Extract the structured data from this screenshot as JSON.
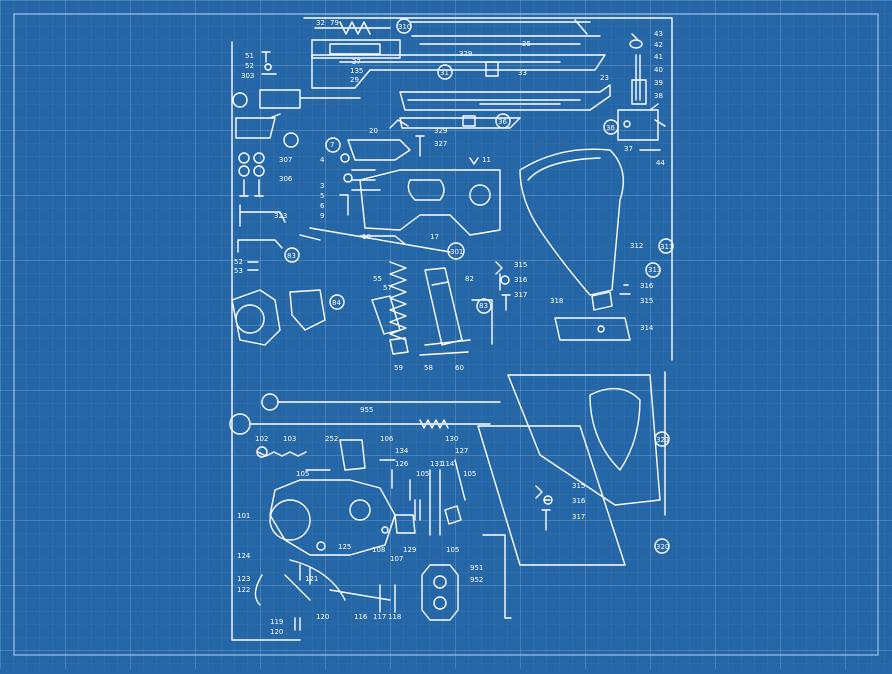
{
  "colors": {
    "paper": "#2466a6",
    "grid_minor": "#5d94c8",
    "grid_major": "#8bb6de",
    "ink": "#ffffff"
  },
  "labels": {
    "l32": "32",
    "l79": "79",
    "l310": "310",
    "l329": "329",
    "l25": "25",
    "l51": "51",
    "l52": "52",
    "l303": "303",
    "l27": "27",
    "l135": "135",
    "l29": "29",
    "l31": "31",
    "l33": "33",
    "l23": "23",
    "l43": "43",
    "l42": "42",
    "l41": "41",
    "l40": "40",
    "l39": "39",
    "l38": "38",
    "l36": "36",
    "l37": "37",
    "l44": "44",
    "l20": "20",
    "l329b": "329",
    "l327": "327",
    "l36b": "36",
    "l7": "7",
    "l4": "4",
    "l11": "11",
    "l3": "3",
    "l5": "5",
    "l6": "6",
    "l9": "9",
    "l10": "10",
    "l17": "17",
    "l301": "301",
    "l307": "307",
    "l306": "306",
    "l323": "323",
    "l52b": "52",
    "l53": "53",
    "l83": "83",
    "l84": "84",
    "l55": "55",
    "l57": "57",
    "l82": "82",
    "l59": "59",
    "l58": "58",
    "l60": "60",
    "l83b": "83",
    "l315": "315",
    "l316": "316",
    "l317": "317",
    "l312": "312",
    "l311": "311",
    "l313": "313",
    "l316b": "316",
    "l315b": "315",
    "l318": "318",
    "l314": "314",
    "l955": "955",
    "l102": "102",
    "l103": "103",
    "l252": "252",
    "l106": "106",
    "l130": "130",
    "l134": "134",
    "l127": "127",
    "l105": "105",
    "l126": "126",
    "l105b": "105",
    "l131": "131",
    "l114": "114",
    "l105c": "105",
    "l101": "101",
    "l125": "125",
    "l108": "108",
    "l107": "107",
    "l129": "129",
    "l105d": "105",
    "l124": "124",
    "l121": "121",
    "l123": "123",
    "l122": "122",
    "l120": "120",
    "l116": "116",
    "l117": "117",
    "l118": "118",
    "l119": "119",
    "l120b": "120",
    "l951": "951",
    "l952": "952",
    "l315c": "315",
    "l316c": "316",
    "l317c": "317",
    "l321": "321",
    "l320": "320"
  }
}
